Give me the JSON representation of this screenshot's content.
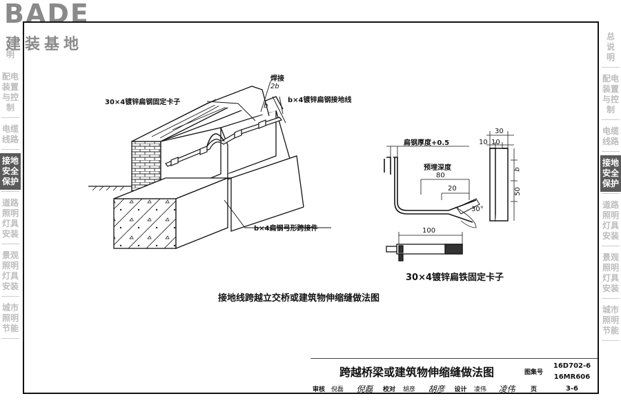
{
  "logo": {
    "brand": "BADE",
    "subtitle": "建装基地"
  },
  "left_tabs": [
    {
      "label": "配电装置与控制",
      "lines": [
        "配电",
        "装置",
        "与控",
        "制"
      ],
      "active": false
    },
    {
      "label": "电缆线路",
      "lines": [
        "电缆",
        "线路"
      ],
      "active": false
    },
    {
      "label": "接地安全保护",
      "lines": [
        "接地",
        "安全",
        "保护"
      ],
      "active": true
    },
    {
      "label": "道路照明灯具安装",
      "lines": [
        "道路",
        "照明",
        "灯具",
        "安装"
      ],
      "active": false
    },
    {
      "label": "景观照明灯具安装",
      "lines": [
        "景观",
        "照明",
        "灯具",
        "安装"
      ],
      "active": false
    },
    {
      "label": "城市照明节能",
      "lines": [
        "城市",
        "照明",
        "节能"
      ],
      "active": false
    }
  ],
  "left_top_partial": "明",
  "right_tabs": [
    {
      "label": "总说明",
      "lines": [
        "总",
        "说",
        "明"
      ],
      "active": false
    },
    {
      "label": "配电装置与控制",
      "lines": [
        "配电",
        "装置",
        "与控",
        "制"
      ],
      "active": false
    },
    {
      "label": "电缆线路",
      "lines": [
        "电缆",
        "线路"
      ],
      "active": false
    },
    {
      "label": "接地安全保护",
      "lines": [
        "接地",
        "安全",
        "保护"
      ],
      "active": true
    },
    {
      "label": "道路照明灯具安装",
      "lines": [
        "道路",
        "照明",
        "灯具",
        "安装"
      ],
      "active": false
    },
    {
      "label": "景观照明灯具安装",
      "lines": [
        "景观",
        "照明",
        "灯具",
        "安装"
      ],
      "active": false
    },
    {
      "label": "城市照明节能",
      "lines": [
        "城市",
        "照明",
        "节能"
      ],
      "active": false
    }
  ],
  "main_drawing": {
    "label_clip": "30×4镀锌扁钢固定卡子",
    "label_weld": "焊接",
    "label_weld_len": "2b",
    "label_b": "b",
    "label_ground_wire": "b×4镀锌扁钢接地线",
    "label_bow": "b×4扁钢弓形跨接件",
    "caption": "接地线跨越立交桥或建筑物伸缩缝做法图"
  },
  "detail_drawing": {
    "label_thickness": "扁钢厚度+0.5",
    "label_embed": "预埋深度",
    "dim_embed": "80",
    "dim_20": "20",
    "dim_angle": "30°",
    "dim_100": "100",
    "dim_30": "30",
    "dim_10a": "10",
    "dim_10b": "10",
    "dim_b": "b",
    "dim_50": "50",
    "caption": "30×4镀锌扁铁固定卡子"
  },
  "title_block": {
    "title": "跨越桥梁或建筑物伸缩缝做法图",
    "atlas_label": "图集号",
    "atlas_no_1": "16D702-6",
    "atlas_no_2": "16MR606",
    "review_label": "审核",
    "review_name": "倪磊",
    "review_sig": "倪磊",
    "check_label": "校对",
    "check_name": "胡彦",
    "check_sig": "胡彦",
    "design_label": "设计",
    "design_name": "凌伟",
    "design_sig": "凌伟",
    "page_label": "页",
    "page_no": "3-6"
  }
}
